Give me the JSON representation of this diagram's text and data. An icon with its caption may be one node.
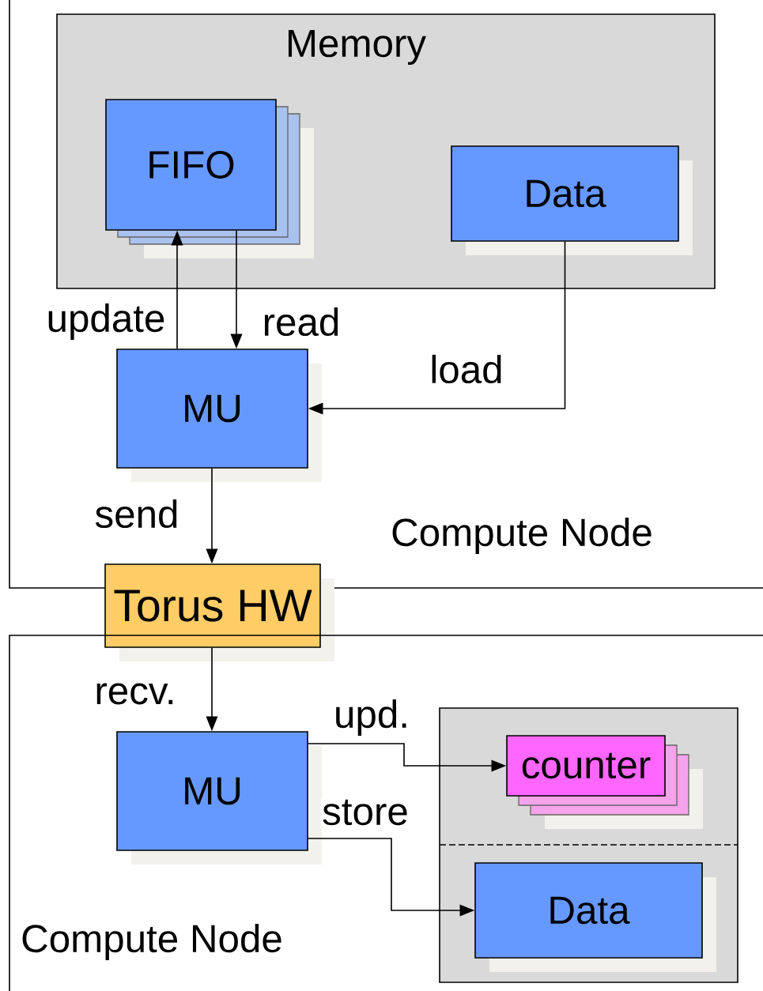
{
  "diagram": {
    "nodes": [
      {
        "text": [
          "Compute Node"
        ]
      },
      {
        "text": [
          "Memory"
        ],
        "in": 0
      },
      {
        "text": [
          "FIFO"
        ],
        "in": 1
      },
      {
        "text": [
          "Data"
        ],
        "in": 1
      },
      {
        "text": [
          "MU"
        ],
        "in": 0
      },
      {
        "text": [
          "Torus HW"
        ]
      },
      {
        "text": [
          "Compute Node"
        ]
      },
      {
        "text": [
          "MU"
        ],
        "in": 6
      },
      {
        "text": [],
        "shape": "box",
        "in": 6
      },
      {
        "text": [
          "counter"
        ],
        "in": 8
      },
      {
        "text": [
          "Data"
        ],
        "in": 8
      }
    ],
    "edges": [
      {
        "from": 4,
        "to": 2,
        "arrow": "to",
        "label": "update"
      },
      {
        "from": 2,
        "to": 4,
        "arrow": "to",
        "label": "read"
      },
      {
        "from": 3,
        "to": 4,
        "arrow": "to",
        "label": "load"
      },
      {
        "from": 4,
        "to": 5,
        "arrow": "to",
        "label": "send"
      },
      {
        "from": 5,
        "to": 7,
        "arrow": "to",
        "label": "recv."
      },
      {
        "from": 7,
        "to": 9,
        "arrow": "to",
        "label": "upd."
      },
      {
        "from": 7,
        "to": 10,
        "arrow": "to",
        "label": "store"
      }
    ]
  }
}
